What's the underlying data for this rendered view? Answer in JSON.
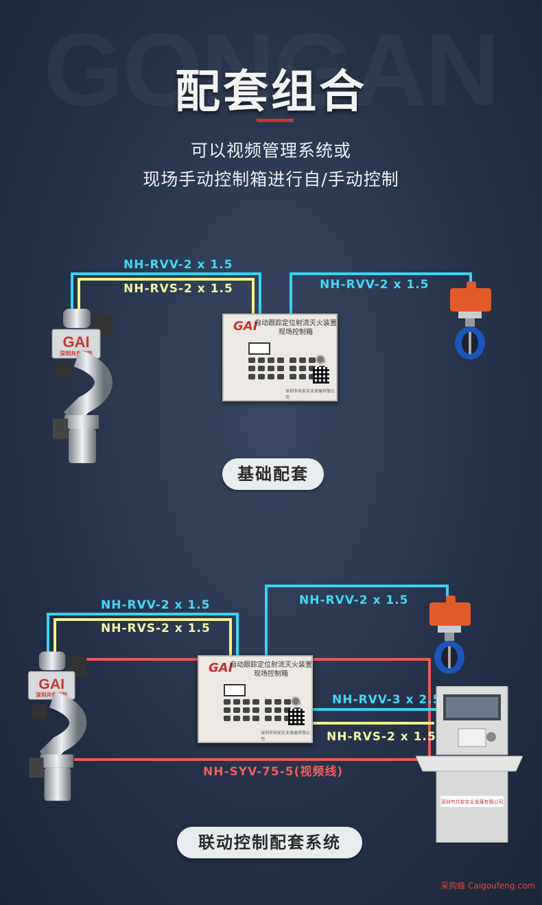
{
  "watermark": "GONGAN",
  "title": "配套组合",
  "subtitle_lines": [
    "可以视频管理系统或",
    "现场手动控制箱进行自/手动控制"
  ],
  "device_brand": "GAI",
  "device_name": "深圳共安消防",
  "panel_title": "自动跟踪定位射流灭火装置",
  "panel_subtitle": "现场控制箱",
  "panel_company": "深圳市共安实业发展有限公司",
  "cabinet_company": "深圳市共安实业发展有限公司",
  "section1": {
    "caption": "基础配套",
    "labels": {
      "rvv_top": "NH-RVV-2 x 1.5",
      "rvs": "NH-RVS-2 x 1.5",
      "rvv_valve": "NH-RVV-2 x 1.5"
    }
  },
  "section2": {
    "caption": "联动控制配套系统",
    "labels": {
      "rvv_top": "NH-RVV-2 x 1.5",
      "rvs": "NH-RVS-2 x 1.5",
      "rvv_valve": "NH-RVV-2 x 1.5",
      "rvv_cabinet": "NH-RVV-3 x 2.5",
      "rvs_cabinet": "NH-RVS-2 x 1.5",
      "video": "NH-SYV-75-5(视频线)"
    }
  },
  "credit": "采购蜂 Caigoufeng.com",
  "colors": {
    "cyan": "#38d4f2",
    "yellow": "#f3f38b",
    "red": "#e85a5a",
    "accent": "#c0392b"
  },
  "icons": [
    "water-cannon-icon",
    "butterfly-valve-icon",
    "control-box-icon",
    "console-cabinet-icon"
  ]
}
